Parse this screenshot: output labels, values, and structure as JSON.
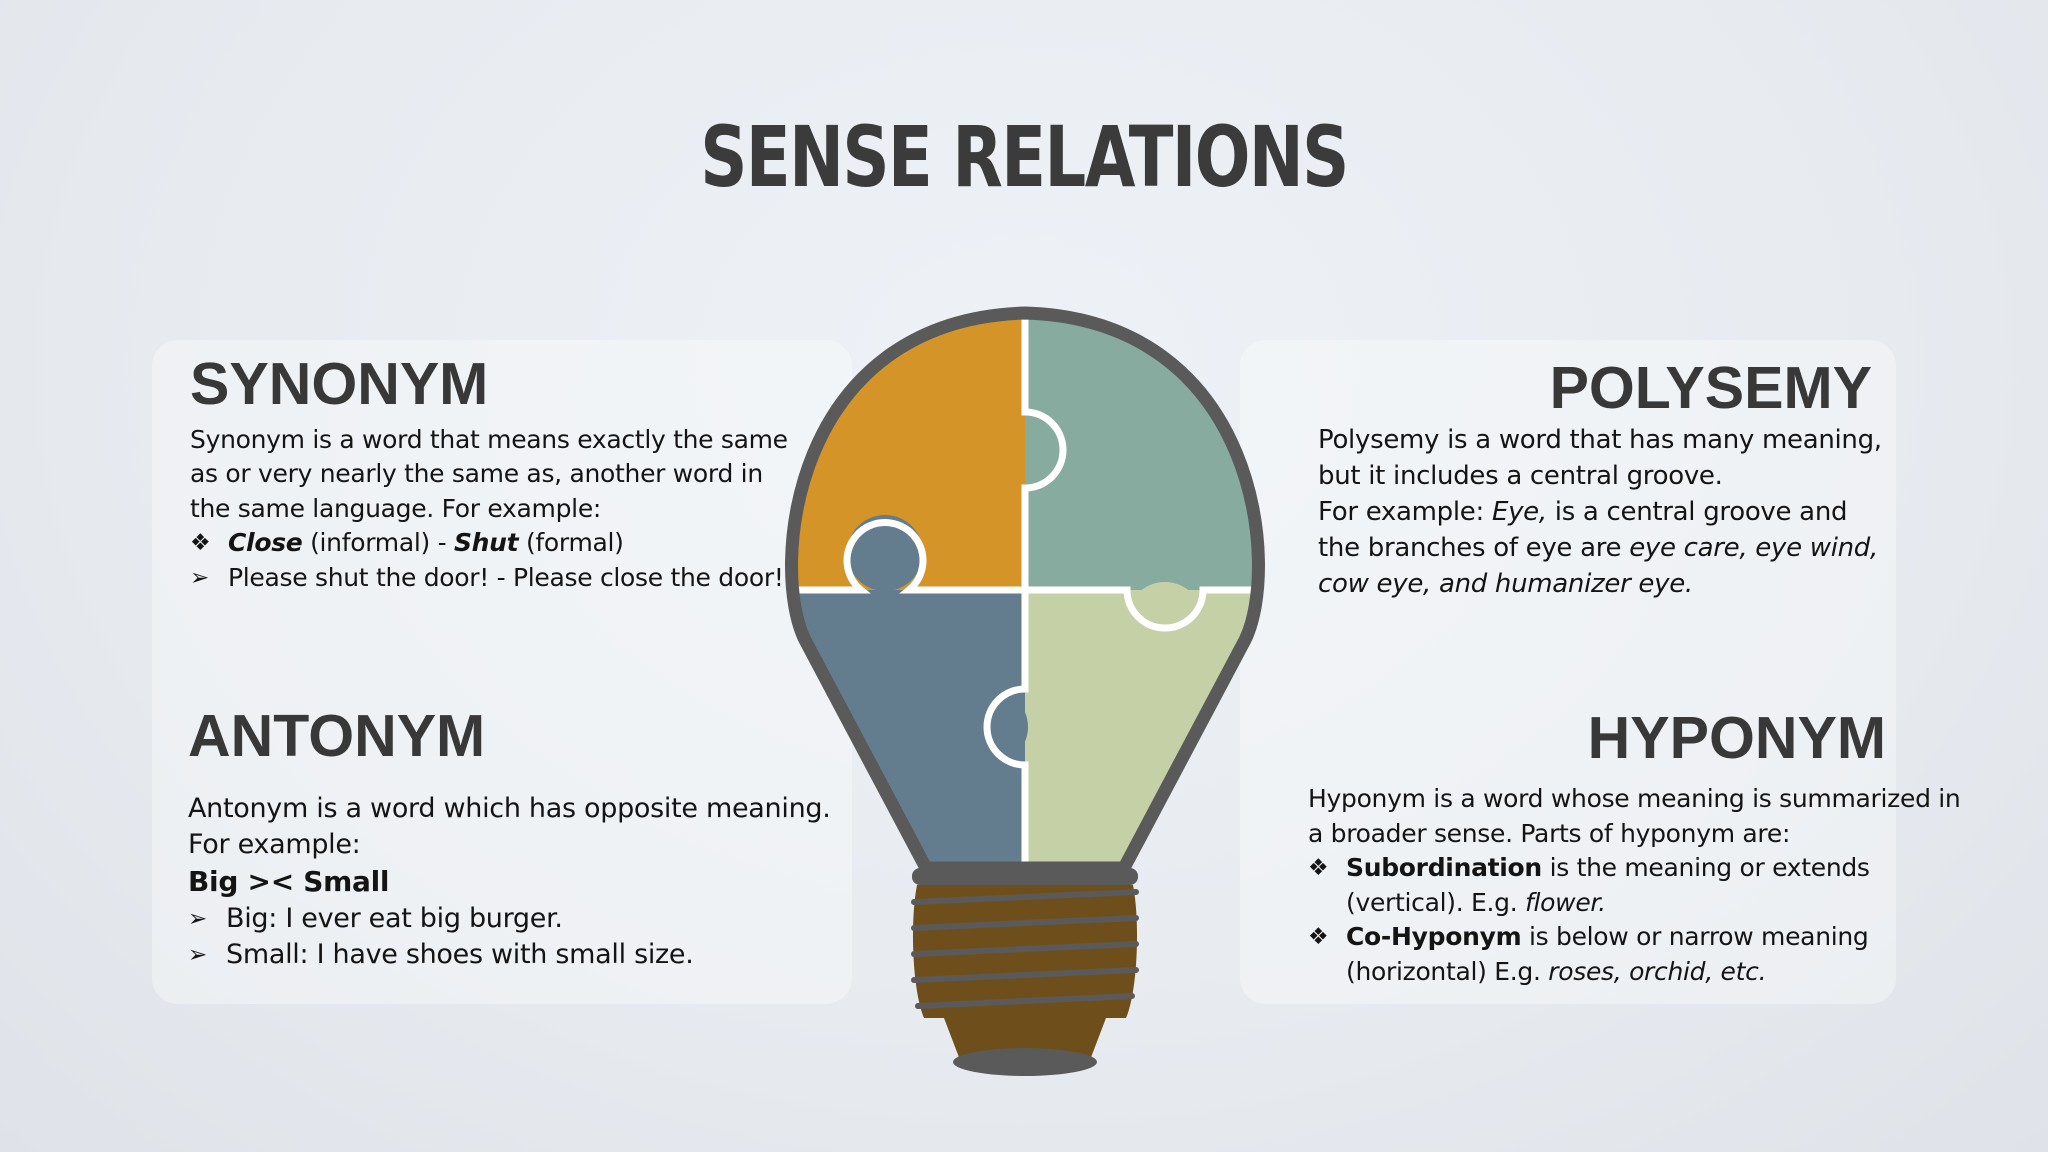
{
  "title": "SENSE RELATIONS",
  "synonym": {
    "heading": "SYNONYM",
    "intro": "Synonym is a word that means exactly the same as or very nearly the same as, another word in the same language. For example:",
    "bullets": [
      {
        "mark": "❖",
        "w1": "Close",
        "t1": " (informal) - ",
        "w2": "Shut",
        "t2": " (formal)"
      },
      {
        "mark": "➢",
        "text": "Please shut the door! - Please close the door!"
      }
    ]
  },
  "antonym": {
    "heading": "ANTONYM",
    "intro": "Antonym is a word which has opposite meaning. For example:",
    "pair": "Big >< Small",
    "bullets": [
      {
        "mark": "➢",
        "text": "Big: I ever eat big burger."
      },
      {
        "mark": "➢",
        "text": "Small: I have shoes with small size."
      }
    ]
  },
  "polysemy": {
    "heading": "POLYSEMY",
    "line1": "Polysemy is a word that has many meaning, but it includes a central groove.",
    "ex_prefix": "For example:  ",
    "ex_word": "Eye,",
    "ex_mid": " is a central groove and the branches of eye are ",
    "ex_branches": "eye care, eye wind, cow eye, and humanizer eye."
  },
  "hyponym": {
    "heading": "HYPONYM",
    "intro": "Hyponym is a word whose meaning is summarized in a broader sense. Parts of hyponym are:",
    "bullets": [
      {
        "mark": "❖",
        "term": "Subordination",
        "text": " is the meaning or extends (vertical). E.g. ",
        "example": "flower."
      },
      {
        "mark": "❖",
        "term": "Co-Hyponym",
        "text": " is below or narrow meaning (horizontal) E.g. ",
        "example": "roses, orchid, etc."
      }
    ]
  },
  "colors": {
    "title": "#3b3b3b",
    "bulb_outline": "#5a5a5a",
    "puzzle_top_left": "#d49428",
    "puzzle_top_right": "#88ab9f",
    "puzzle_bottom_left": "#637d8f",
    "puzzle_bottom_right": "#c6d0a6",
    "base": "#6e4f1c"
  },
  "icons": [
    "lightbulb-icon",
    "puzzle-pieces-icon"
  ]
}
